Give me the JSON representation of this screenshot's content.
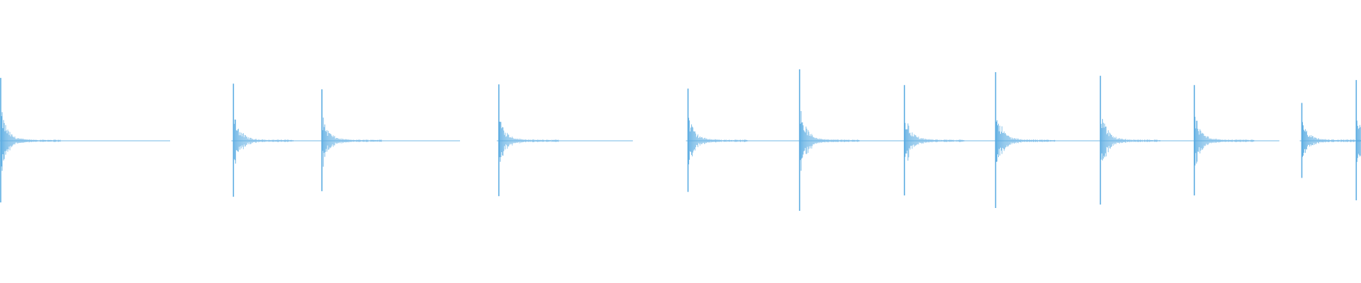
{
  "waveform": {
    "color": "#5dade2",
    "background": "#ffffff",
    "duration_fraction": 1.0,
    "transients": [
      {
        "time": 0.0,
        "peak": 0.88
      },
      {
        "time": 0.171,
        "peak": 0.8
      },
      {
        "time": 0.236,
        "peak": 0.72
      },
      {
        "time": 0.366,
        "peak": 0.79
      },
      {
        "time": 0.505,
        "peak": 0.73
      },
      {
        "time": 0.587,
        "peak": 1.0
      },
      {
        "time": 0.664,
        "peak": 0.78
      },
      {
        "time": 0.731,
        "peak": 0.96
      },
      {
        "time": 0.808,
        "peak": 0.91
      },
      {
        "time": 0.877,
        "peak": 0.78
      },
      {
        "time": 0.956,
        "peak": 0.53
      },
      {
        "time": 0.996,
        "peak": 0.85
      }
    ],
    "gaps": [
      {
        "start": 0.125,
        "end": 0.17
      },
      {
        "start": 0.338,
        "end": 0.365
      },
      {
        "start": 0.465,
        "end": 0.504
      },
      {
        "start": 0.94,
        "end": 0.955
      }
    ]
  }
}
